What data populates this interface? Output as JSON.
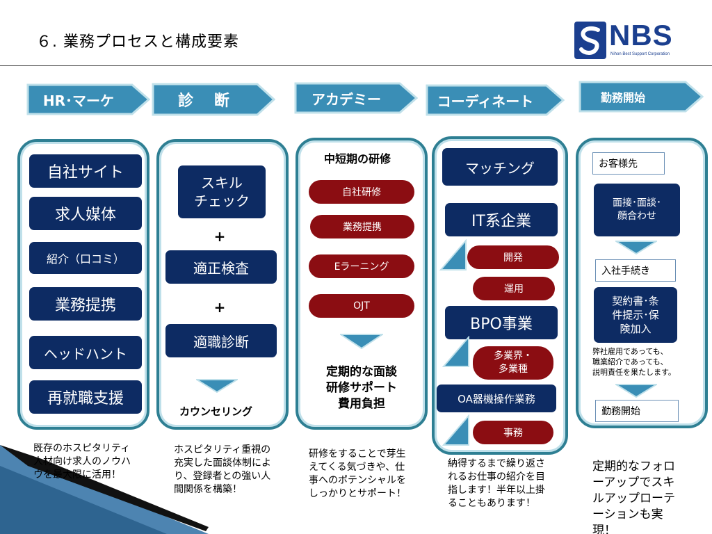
{
  "title": "６. 業務プロセスと構成要素",
  "logo": {
    "text": "NBS",
    "subtitle": "Nihon Best Support Corporation"
  },
  "colors": {
    "navy": "#0d2b63",
    "red": "#8b0d12",
    "teal": "#2e7f93",
    "arrow": "#3a8eb6"
  },
  "steps": [
    "HR･マーケ",
    "診　 断",
    "アカデミー",
    "コーディネート",
    "勤務開始"
  ],
  "col1": {
    "items": [
      "自社サイト",
      "求人媒体",
      "紹介（口コミ）",
      "業務提携",
      "ヘッドハント",
      "再就職支援"
    ],
    "note": "既存のホスピタリティ人材向け求人のノウハウを最大限に活用！"
  },
  "col2": {
    "skill": "スキル\nチェック",
    "plus": "+",
    "aptitude": "適正検査",
    "career": "適職診断",
    "counseling": "カウンセリング",
    "note": "ホスピタリティ重視の充実した面談体制により、登録者との強い人間関係を構築！"
  },
  "col3": {
    "heading": "中短期の研修",
    "items": [
      "自社研修",
      "業務提携",
      "Eラーニング",
      "OJT"
    ],
    "summary": "定期的な面談\n研修サポート\n費用負担",
    "note": "研修をすることで芽生えてくる気づきや、仕事へのポテンシャルをしっかりとサポート！"
  },
  "col4": {
    "matching": "マッチング",
    "it": "IT系企業",
    "dev": "開発",
    "ops": "運用",
    "bpo": "BPO事業",
    "multi": "多業界・\n多業種",
    "oa": "OA器機操作業務",
    "office": "事務",
    "note": "納得するまで繰り返されるお仕事の紹介を目指します！半年以上掛ることもあります！"
  },
  "col5": {
    "client": "お客様先",
    "interview": "面接･面談･\n顔合わせ",
    "entry": "入社手続き",
    "contract": "契約書･条\n件提示･保\n険加入",
    "responsibility": "弊社雇用であっても、\n職業紹介であっても、\n説明責任を果たします。",
    "start": "勤務開始",
    "note": "定期的なフォローアップでスキルアップローテーションも実現！"
  }
}
